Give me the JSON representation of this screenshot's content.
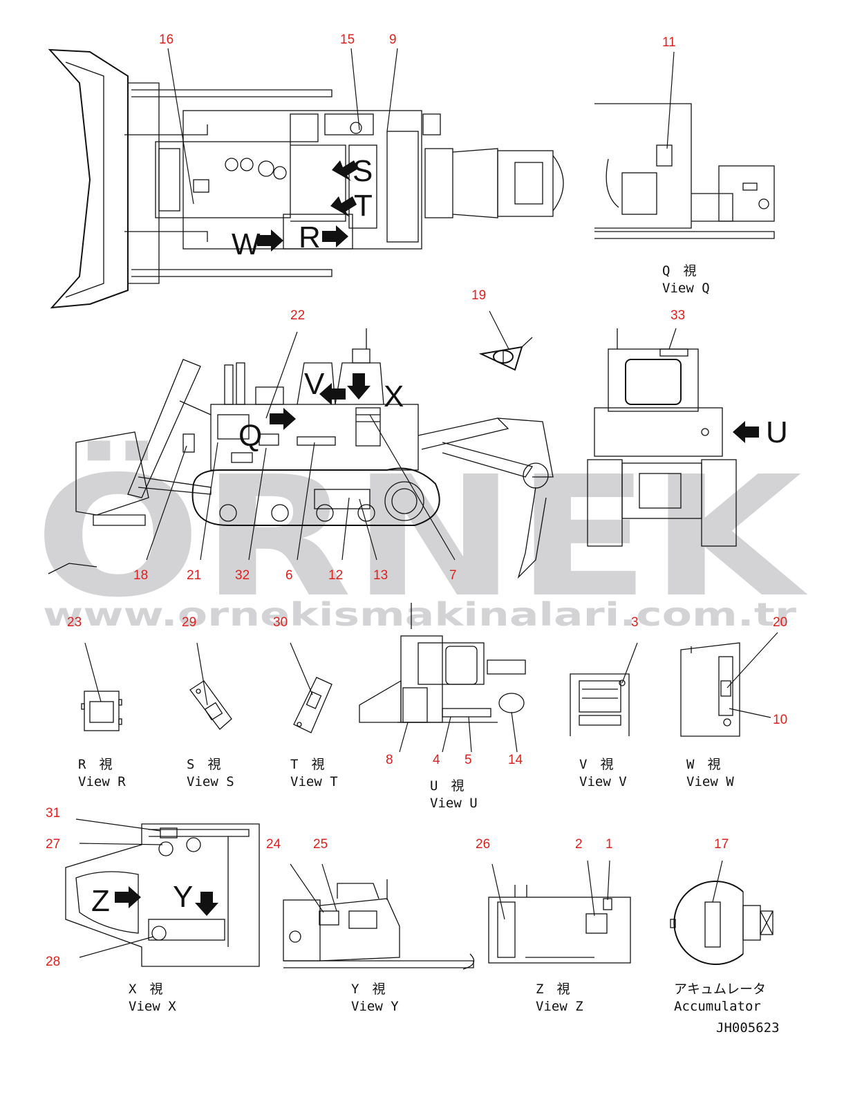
{
  "drawing": {
    "code": "JH005623"
  },
  "watermark": {
    "brand": "ÖRNEK",
    "url": "www.ornekismakinalari.com.tr"
  },
  "views": {
    "q": {
      "jp": "Q　視",
      "en": "View Q"
    },
    "u": {
      "jp": "U　視",
      "en": "View U"
    },
    "r": {
      "jp": "R　視",
      "en": "View R"
    },
    "s": {
      "jp": "S　視",
      "en": "View S"
    },
    "t": {
      "jp": "T　視",
      "en": "View T"
    },
    "v": {
      "jp": "V　視",
      "en": "View V"
    },
    "w": {
      "jp": "W　視",
      "en": "View W"
    },
    "x": {
      "jp": "X　視",
      "en": "View X"
    },
    "y": {
      "jp": "Y　視",
      "en": "View Y"
    },
    "z": {
      "jp": "Z　視",
      "en": "View Z"
    },
    "acc": {
      "jp": "アキュムレータ",
      "en": "Accumulator"
    }
  },
  "letters": {
    "s": "S",
    "t": "T",
    "w": "W",
    "r": "R",
    "q": "Q",
    "v": "V",
    "x": "X",
    "u": "U",
    "z": "Z",
    "y": "Y"
  },
  "callouts": {
    "c1": "1",
    "c2": "2",
    "c3": "3",
    "c4": "4",
    "c5": "5",
    "c6": "6",
    "c7": "7",
    "c8": "8",
    "c9": "9",
    "c10": "10",
    "c11": "11",
    "c12": "12",
    "c13": "13",
    "c14": "14",
    "c15": "15",
    "c16": "16",
    "c17": "17",
    "c18": "18",
    "c19": "19",
    "c20": "20",
    "c21": "21",
    "c22": "22",
    "c23": "23",
    "c24": "24",
    "c25": "25",
    "c26": "26",
    "c27": "27",
    "c28": "28",
    "c29": "29",
    "c30": "30",
    "c31": "31",
    "c32": "32",
    "c33": "33"
  },
  "colors": {
    "callout": "#e0201c",
    "line": "#111111",
    "watermark": "#d3d3d5"
  }
}
